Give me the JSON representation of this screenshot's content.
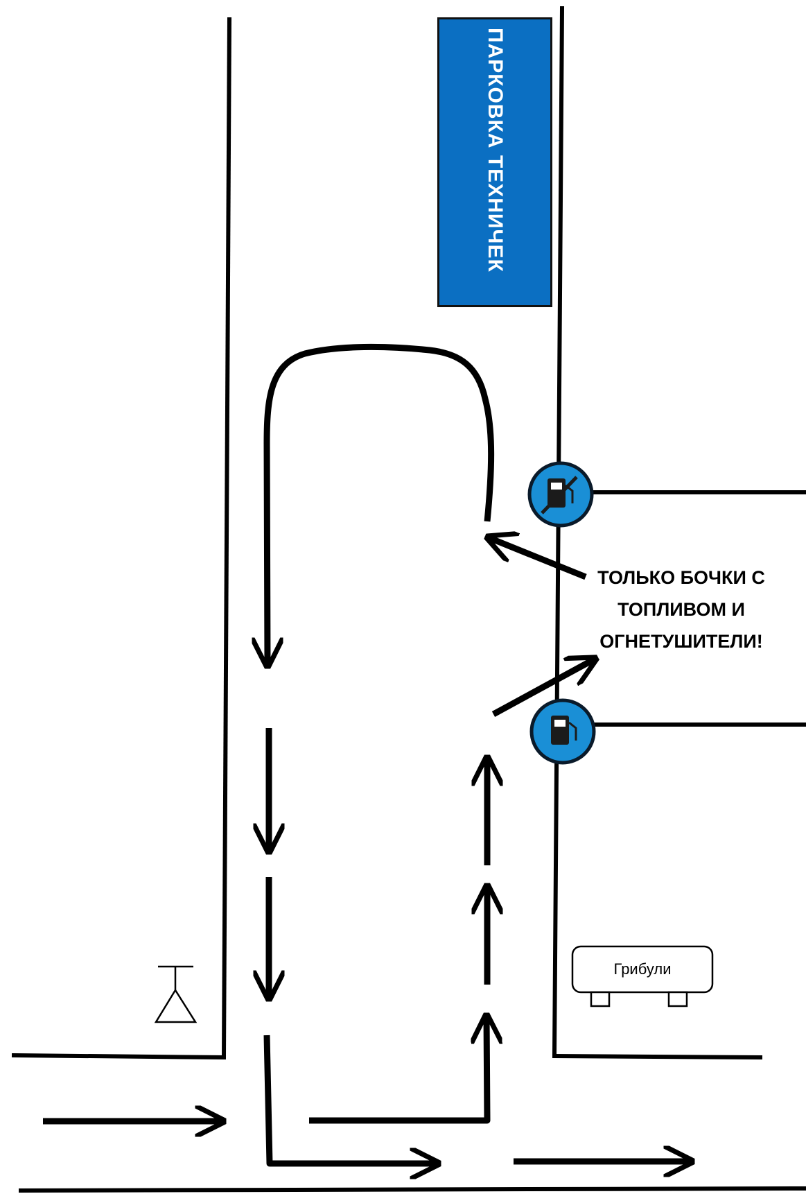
{
  "parking_sign": {
    "text": "ПАРКОВКА ТЕХНИЧЕК",
    "color": "#0b6fc2"
  },
  "note": {
    "lines": [
      "ТОЛЬКО БОЧКИ С",
      "ТОПЛИВОМ  И",
      "ОГНЕТУШИТЕЛИ!"
    ]
  },
  "tank": {
    "label": "Грибули"
  },
  "icons": {
    "fuel_station_crossed": "fuel-pump-crossed-icon",
    "fuel_station": "fuel-pump-icon",
    "observation_point": "triangle-mast-icon"
  },
  "colors": {
    "line": "#000000",
    "sign_circle": "#1a8fd6"
  }
}
